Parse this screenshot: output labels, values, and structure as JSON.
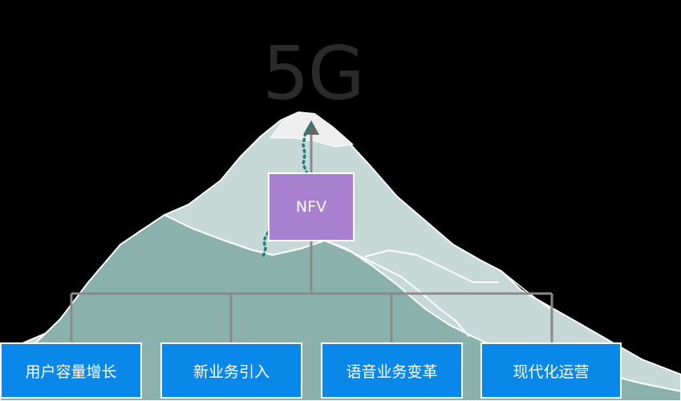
{
  "title": "5G",
  "center_box": {
    "label": "NFV"
  },
  "pillars": [
    {
      "label": "用户容量增长"
    },
    {
      "label": "新业务引入"
    },
    {
      "label": "语音业务变革"
    },
    {
      "label": "现代化运营"
    }
  ],
  "colors": {
    "background": "#000000",
    "title": "#2a2a2a",
    "center_box": "#a97fd0",
    "pillar_box": "#0a88ea",
    "mountain_dark": "#8ab1ac",
    "mountain_light": "#c6d9d6",
    "peak_snow": "#eeeeee",
    "connector": "#8a8a8a",
    "trail": "#1f7f79"
  }
}
